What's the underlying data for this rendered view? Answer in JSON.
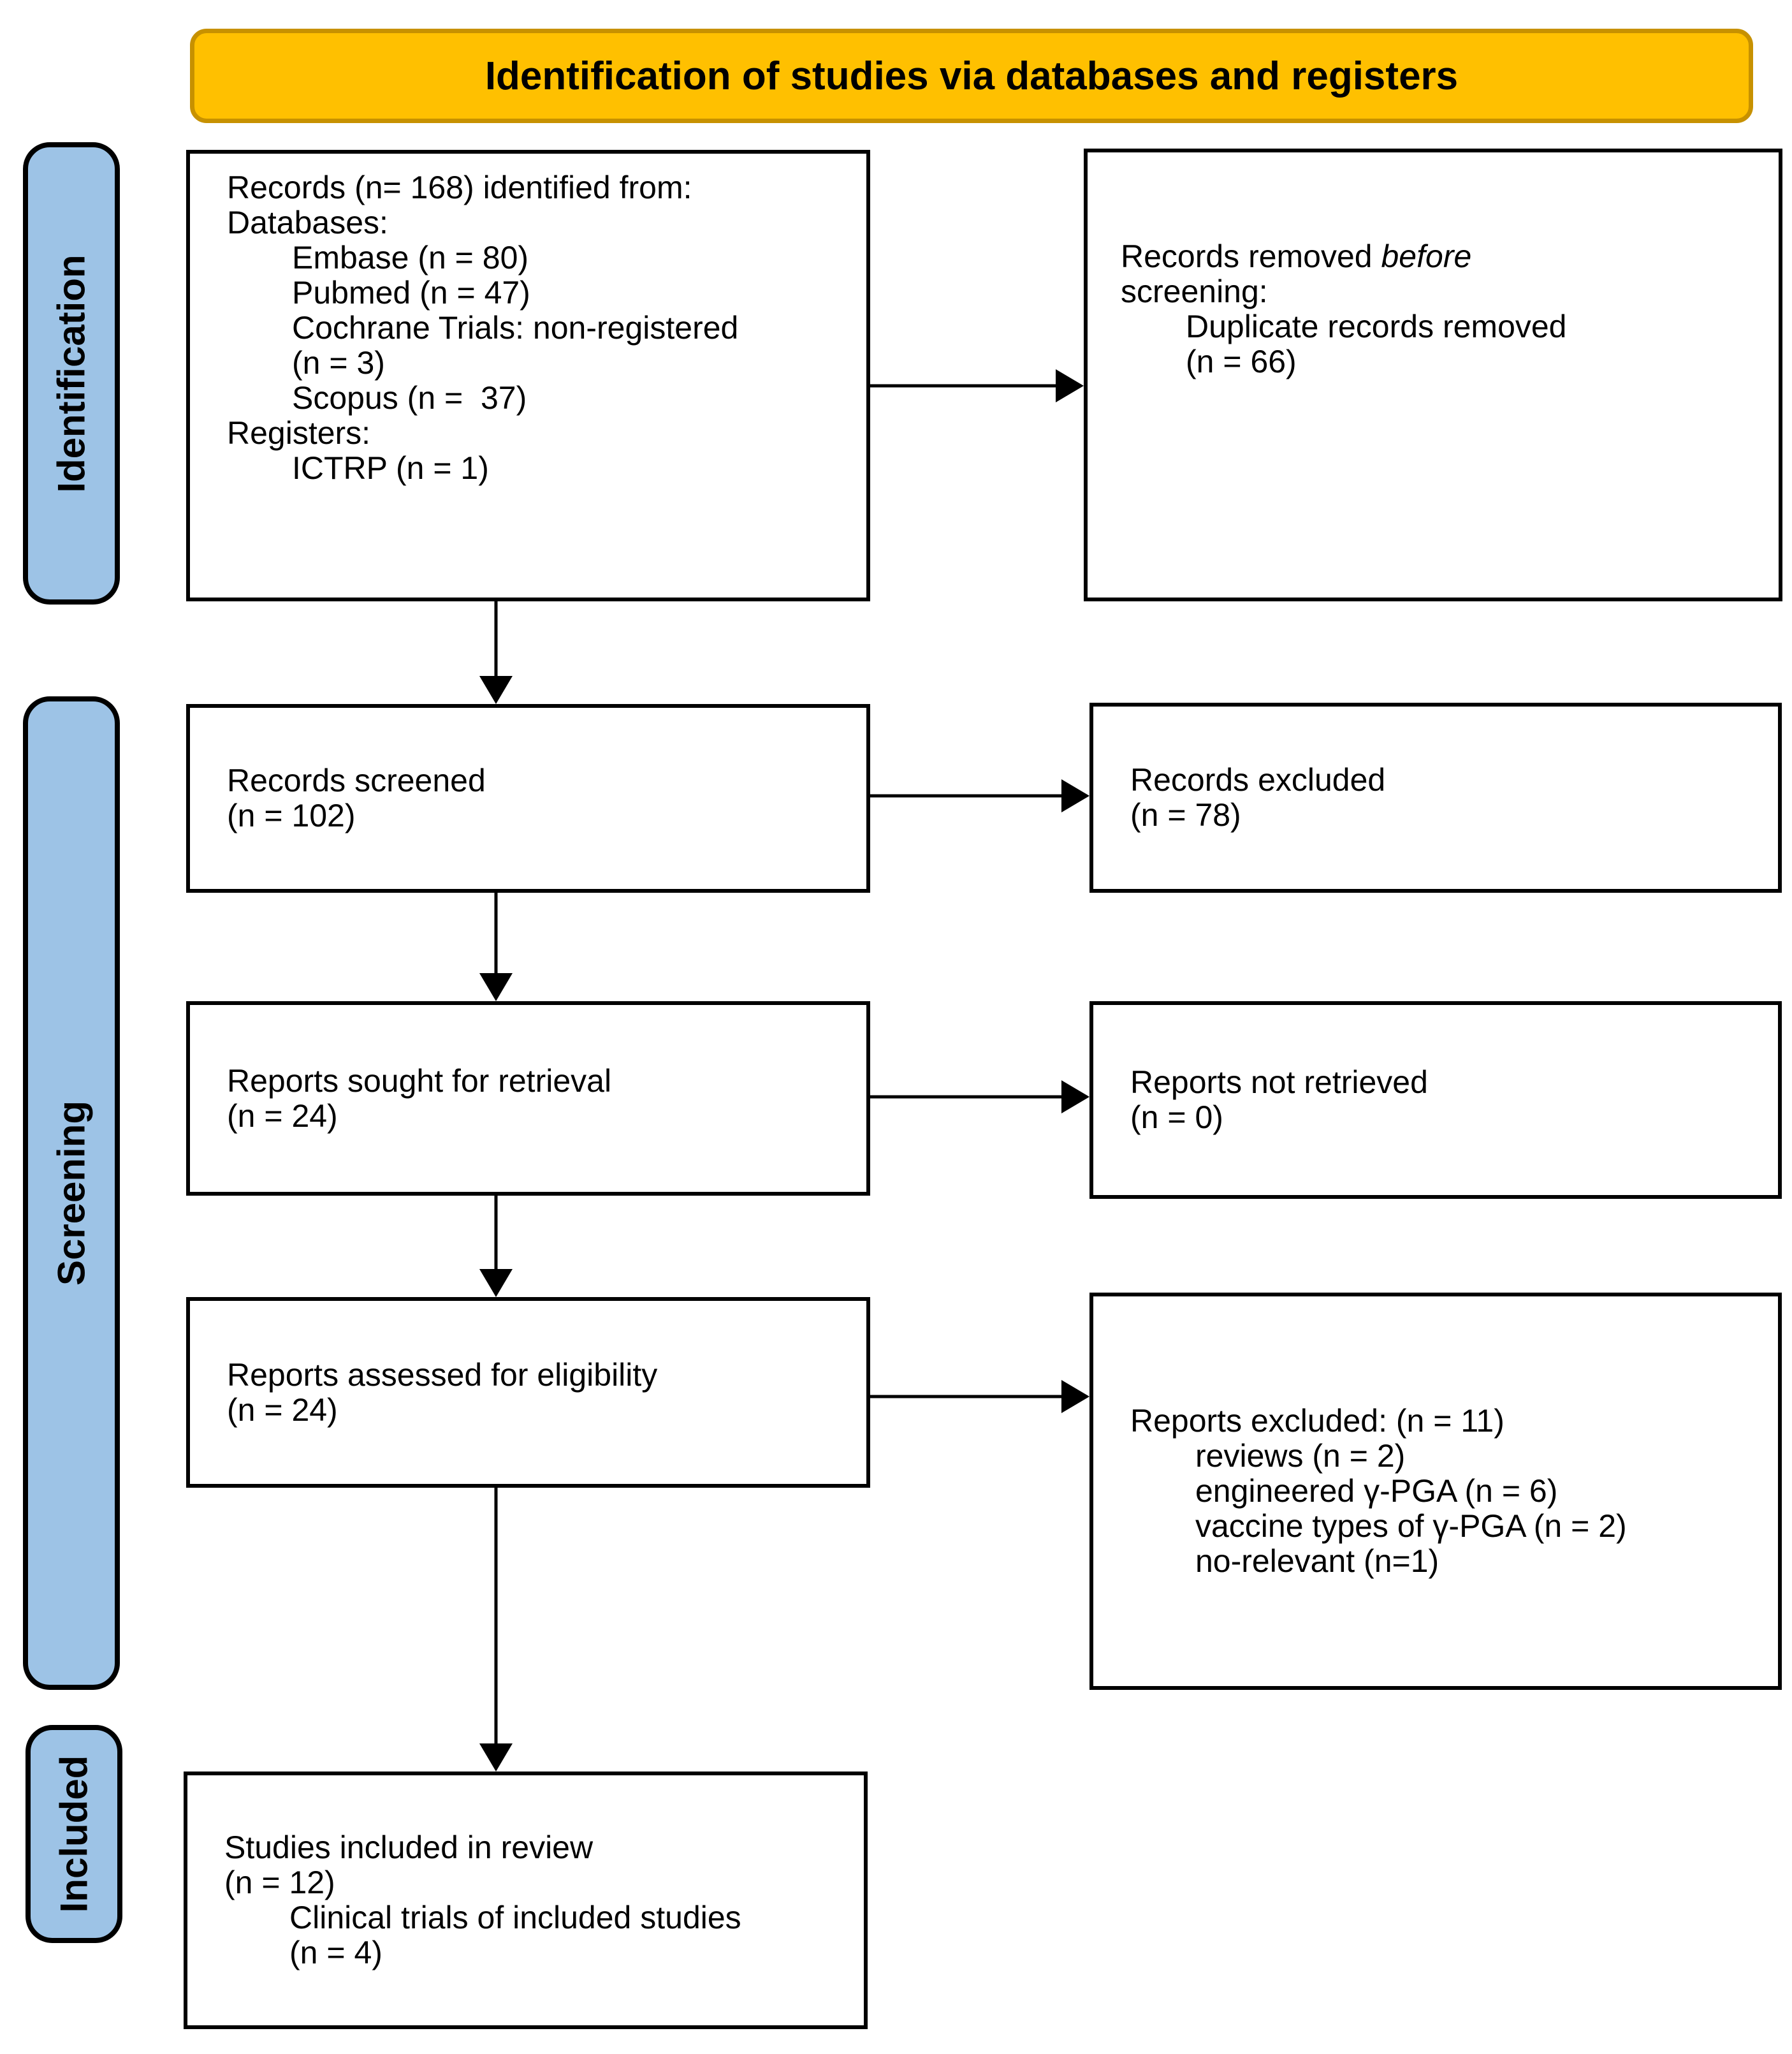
{
  "banner": {
    "title": "Identification of studies via databases and registers"
  },
  "stage_labels": {
    "identification": "Identification",
    "screening": "Screening",
    "included": "Included"
  },
  "colors": {
    "banner_fill": "#FFC000",
    "banner_border": "#C79100",
    "stage_fill": "#9DC3E6",
    "stage_border": "#000000",
    "box_border": "#000000",
    "arrow": "#000000",
    "text": "#000000"
  },
  "boxes": {
    "records_identified": {
      "lines": [
        {
          "text": "Records (n= 168) identified from:",
          "indent": 0
        },
        {
          "text": "Databases:",
          "indent": 0
        },
        {
          "text": "Embase (n = 80)",
          "indent": 1
        },
        {
          "text": "Pubmed (n = 47)",
          "indent": 1
        },
        {
          "text": "Cochrane Trials: non-registered",
          "indent": 1
        },
        {
          "text": "(n = 3)",
          "indent": 1
        },
        {
          "text": "Scopus (n =  37)",
          "indent": 1
        },
        {
          "text": "Registers:",
          "indent": 0
        },
        {
          "text": "ICTRP (n = 1)",
          "indent": 1
        }
      ]
    },
    "records_removed": {
      "lines": [
        {
          "text": "Records removed *before*",
          "indent": 0
        },
        {
          "text": "screening:",
          "indent": 0
        },
        {
          "text": "Duplicate records removed",
          "indent": 1
        },
        {
          "text": "(n = 66)",
          "indent": 1
        }
      ]
    },
    "records_screened": {
      "lines": [
        {
          "text": "Records screened",
          "indent": 0
        },
        {
          "text": "(n = 102)",
          "indent": 0
        }
      ]
    },
    "records_excluded": {
      "lines": [
        {
          "text": "Records excluded",
          "indent": 0
        },
        {
          "text": "(n = 78)",
          "indent": 0
        }
      ]
    },
    "reports_sought": {
      "lines": [
        {
          "text": "Reports sought for retrieval",
          "indent": 0
        },
        {
          "text": "(n = 24)",
          "indent": 0
        }
      ]
    },
    "reports_not_retrieved": {
      "lines": [
        {
          "text": "Reports not retrieved",
          "indent": 0
        },
        {
          "text": "(n = 0)",
          "indent": 0
        }
      ]
    },
    "reports_assessed": {
      "lines": [
        {
          "text": "Reports assessed for eligibility",
          "indent": 0
        },
        {
          "text": "(n = 24)",
          "indent": 0
        }
      ]
    },
    "reports_excluded": {
      "lines": [
        {
          "text": "Reports excluded: (n = 11)",
          "indent": 0
        },
        {
          "text": "reviews (n = 2)",
          "indent": 1
        },
        {
          "text": "engineered γ-PGA (n = 6)",
          "indent": 1
        },
        {
          "text": "vaccine types of γ-PGA (n = 2)",
          "indent": 1
        },
        {
          "text": "no-relevant (n=1)",
          "indent": 1
        }
      ]
    },
    "studies_included": {
      "lines": [
        {
          "text": "Studies included in review",
          "indent": 0
        },
        {
          "text": "(n = 12)",
          "indent": 0
        },
        {
          "text": "Clinical trials of included studies",
          "indent": 1
        },
        {
          "text": "(n = 4)",
          "indent": 1
        }
      ]
    }
  }
}
